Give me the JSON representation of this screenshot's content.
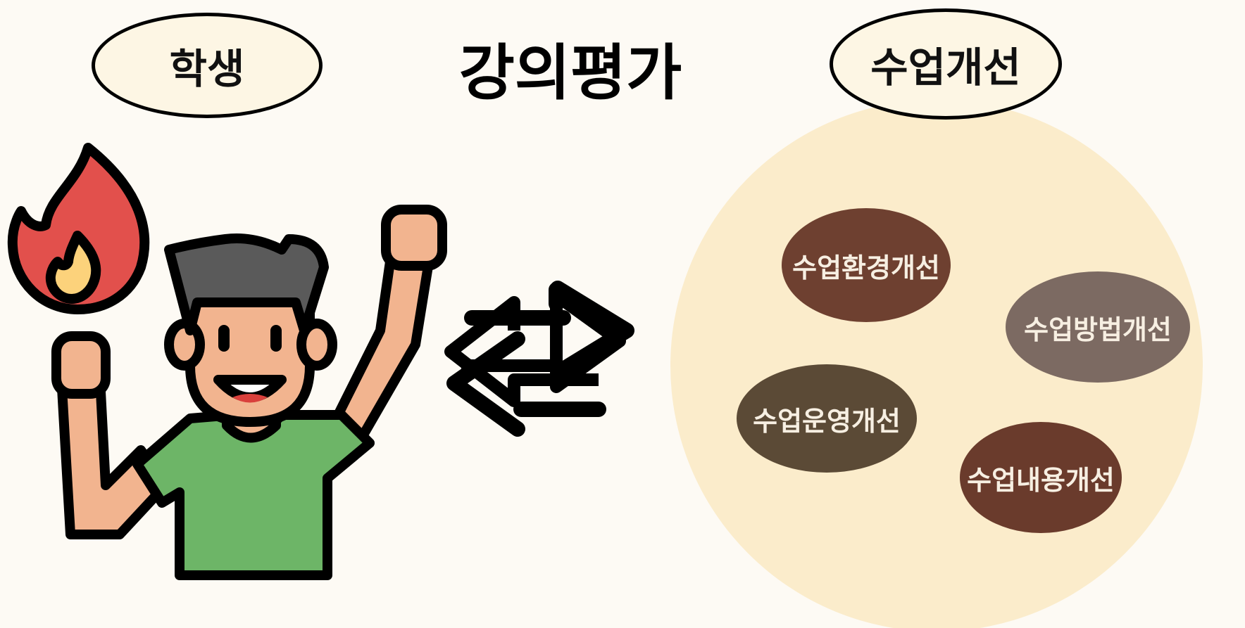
{
  "diagram": {
    "title": "강의평가",
    "left_label": "학생",
    "right_label": "수업개선",
    "improvements": [
      {
        "label": "수업환경개선",
        "color": "#6e4030"
      },
      {
        "label": "수업방법개선",
        "color": "#7c6a62"
      },
      {
        "label": "수업운영개선",
        "color": "#5b4a36"
      },
      {
        "label": "수업내용개선",
        "color": "#6a3b2c"
      }
    ],
    "colors": {
      "background": "#fdfaf4",
      "circle": "#fbeccb",
      "shirt": "#6db567",
      "skin": "#f2b48f",
      "hair": "#5a5a5a",
      "flame_outer": "#e2504c",
      "flame_inner": "#fcd27b"
    },
    "icons": [
      "person-cheering-icon",
      "flame-icon",
      "exchange-arrows-icon"
    ]
  }
}
